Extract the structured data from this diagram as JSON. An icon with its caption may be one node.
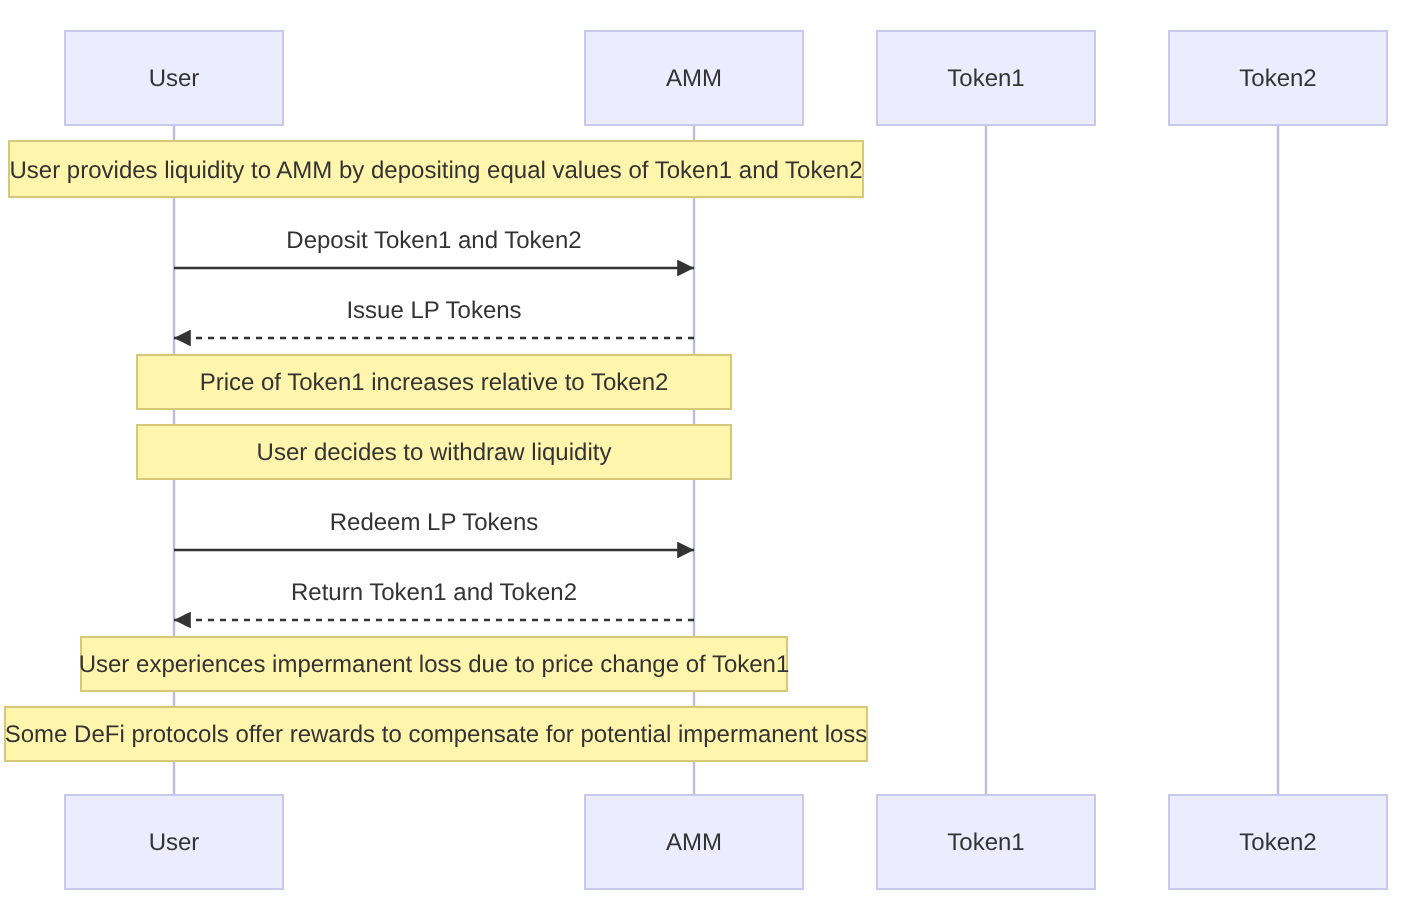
{
  "diagram": {
    "nodes": [
      {
        "text": [
          "User",
          "User"
        ]
      },
      {
        "text": [
          "AMM",
          "AMM"
        ]
      },
      {
        "text": [
          "Token1",
          "Token1"
        ]
      },
      {
        "text": [
          "Token2",
          "Token2"
        ]
      },
      {
        "text": [
          "User provides liquidity to AMM by depositing equal values of Token1 and Token2"
        ]
      },
      {
        "text": [
          "Price of Token1 increases relative to Token2"
        ]
      },
      {
        "text": [
          "User decides to withdraw liquidity"
        ]
      },
      {
        "text": [
          "User experiences impermanent loss due to price change of Token1"
        ]
      },
      {
        "text": [
          "Some DeFi protocols offer rewards to compensate for potential impermanent loss"
        ]
      }
    ],
    "edges": [
      {
        "from": 0,
        "to": 1,
        "arrow": "to",
        "label": "Deposit Token1 and Token2"
      },
      {
        "from": 1,
        "to": 0,
        "arrow": "to",
        "label": "Issue LP Tokens",
        "style": "dashed"
      },
      {
        "from": 0,
        "to": 1,
        "arrow": "to",
        "label": "Redeem LP Tokens"
      },
      {
        "from": 1,
        "to": 0,
        "arrow": "to",
        "label": "Return Token1 and Token2",
        "style": "dashed"
      }
    ]
  }
}
